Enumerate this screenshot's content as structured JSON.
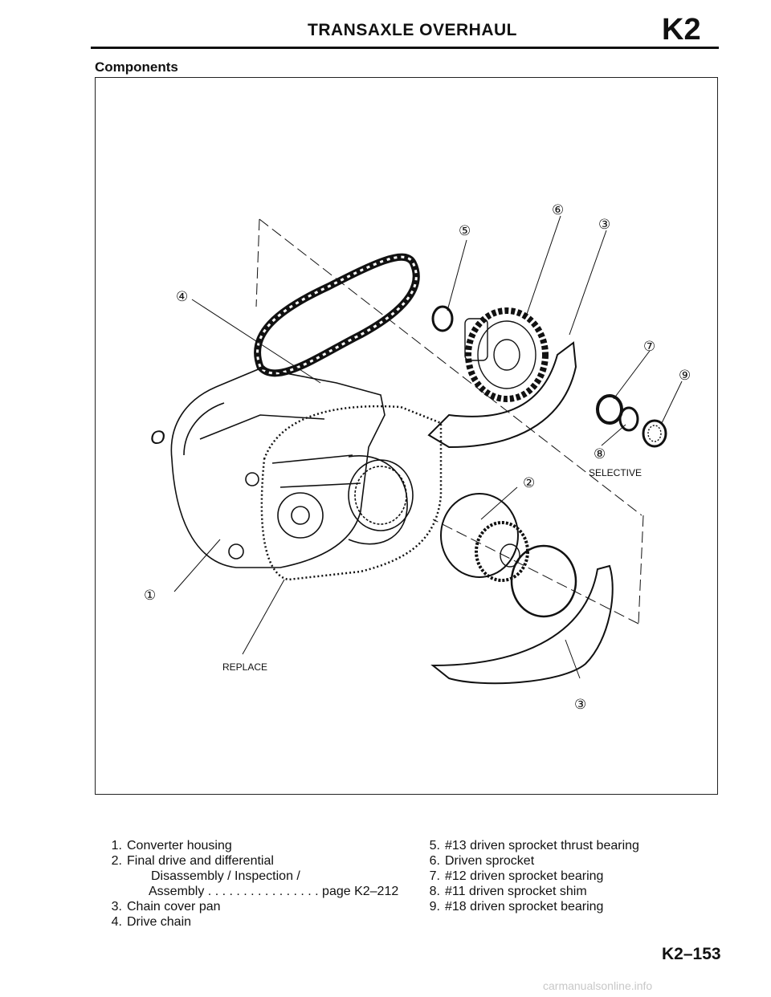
{
  "header": {
    "title": "TRANSAXLE OVERHAUL",
    "section_code": "K2"
  },
  "section_heading": "Components",
  "figure": {
    "callouts": [
      "①",
      "②",
      "③",
      "④",
      "⑤",
      "⑥",
      "⑦",
      "⑧",
      "⑨"
    ],
    "labels": {
      "selective": "SELECTIVE",
      "replace": "REPLACE",
      "o_ring": "O"
    }
  },
  "legend_left": [
    {
      "num": "1.",
      "text": "Converter housing"
    },
    {
      "num": "2.",
      "text": "Final drive and differential"
    },
    {
      "num": "",
      "text": "Disassembly / Inspection /"
    },
    {
      "num": "",
      "text": "Assembly . . . . . . . . . . . . . . . . page K2–212"
    },
    {
      "num": "3.",
      "text": "Chain cover pan"
    },
    {
      "num": "4.",
      "text": "Drive chain"
    }
  ],
  "legend_right": [
    {
      "num": "5.",
      "text": "#13 driven sprocket thrust bearing"
    },
    {
      "num": "6.",
      "text": "Driven sprocket"
    },
    {
      "num": "7.",
      "text": "#12 driven sprocket bearing"
    },
    {
      "num": "8.",
      "text": "#11 driven sprocket shim"
    },
    {
      "num": "9.",
      "text": "#18 driven sprocket bearing"
    }
  ],
  "footer": {
    "page_number": "K2–153",
    "watermark": "carmanualsonline.info"
  }
}
